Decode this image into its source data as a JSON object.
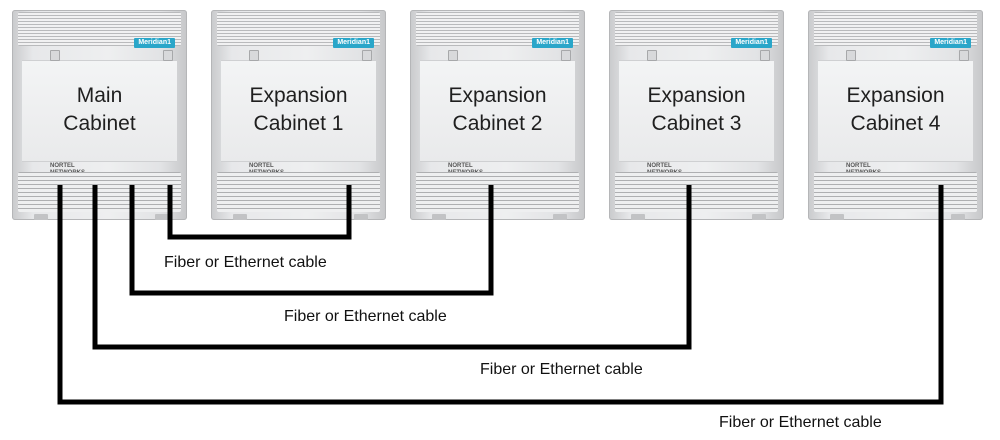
{
  "diagram": {
    "cabinets": [
      {
        "name": "Main\nCabinet",
        "badge": "Meridian1",
        "brand": "NORTEL NETWORKS"
      },
      {
        "name": "Expansion\nCabinet 1",
        "badge": "Meridian1",
        "brand": "NORTEL NETWORKS"
      },
      {
        "name": "Expansion\nCabinet 2",
        "badge": "Meridian1",
        "brand": "NORTEL NETWORKS"
      },
      {
        "name": "Expansion\nCabinet 3",
        "badge": "Meridian1",
        "brand": "NORTEL NETWORKS"
      },
      {
        "name": "Expansion\nCabinet 4",
        "badge": "Meridian1",
        "brand": "NORTEL NETWORKS"
      }
    ],
    "cables": [
      {
        "label": "Fiber or Ethernet cable"
      },
      {
        "label": "Fiber or Ethernet cable"
      },
      {
        "label": "Fiber or Ethernet cable"
      },
      {
        "label": "Fiber or Ethernet cable"
      }
    ],
    "colors": {
      "cable": "#000000",
      "badge": "#2aa6c9",
      "cabinet": "#e9eaeb"
    }
  }
}
